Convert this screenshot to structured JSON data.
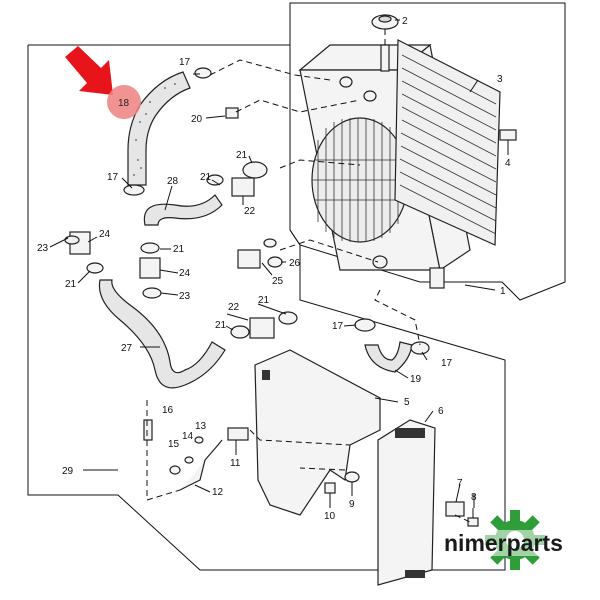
{
  "callouts": {
    "c1": "1",
    "c2": "2",
    "c3": "3",
    "c4": "4",
    "c5": "5",
    "c6": "6",
    "c7": "7",
    "c8": "8",
    "c9": "9",
    "c10": "10",
    "c11": "11",
    "c12": "12",
    "c13": "13",
    "c14": "14",
    "c15": "15",
    "c16": "16",
    "c17a": "17",
    "c17b": "17",
    "c17c": "17",
    "c17d": "17",
    "c18": "18",
    "c19": "19",
    "c20": "20",
    "c21a": "21",
    "c21b": "21",
    "c21c": "21",
    "c21d": "21",
    "c21e": "21",
    "c21f": "21",
    "c22a": "22",
    "c22b": "22",
    "c23a": "23",
    "c23b": "23",
    "c24a": "24",
    "c24b": "24",
    "c25": "25",
    "c26": "26",
    "c27": "27",
    "c28": "28",
    "c29": "29"
  },
  "highlight": {
    "part": "18",
    "color": "#f08080",
    "arrow_color": "#e8141c"
  },
  "logo": {
    "text": "nimerparts",
    "gear_color": "#2f9e3a"
  }
}
